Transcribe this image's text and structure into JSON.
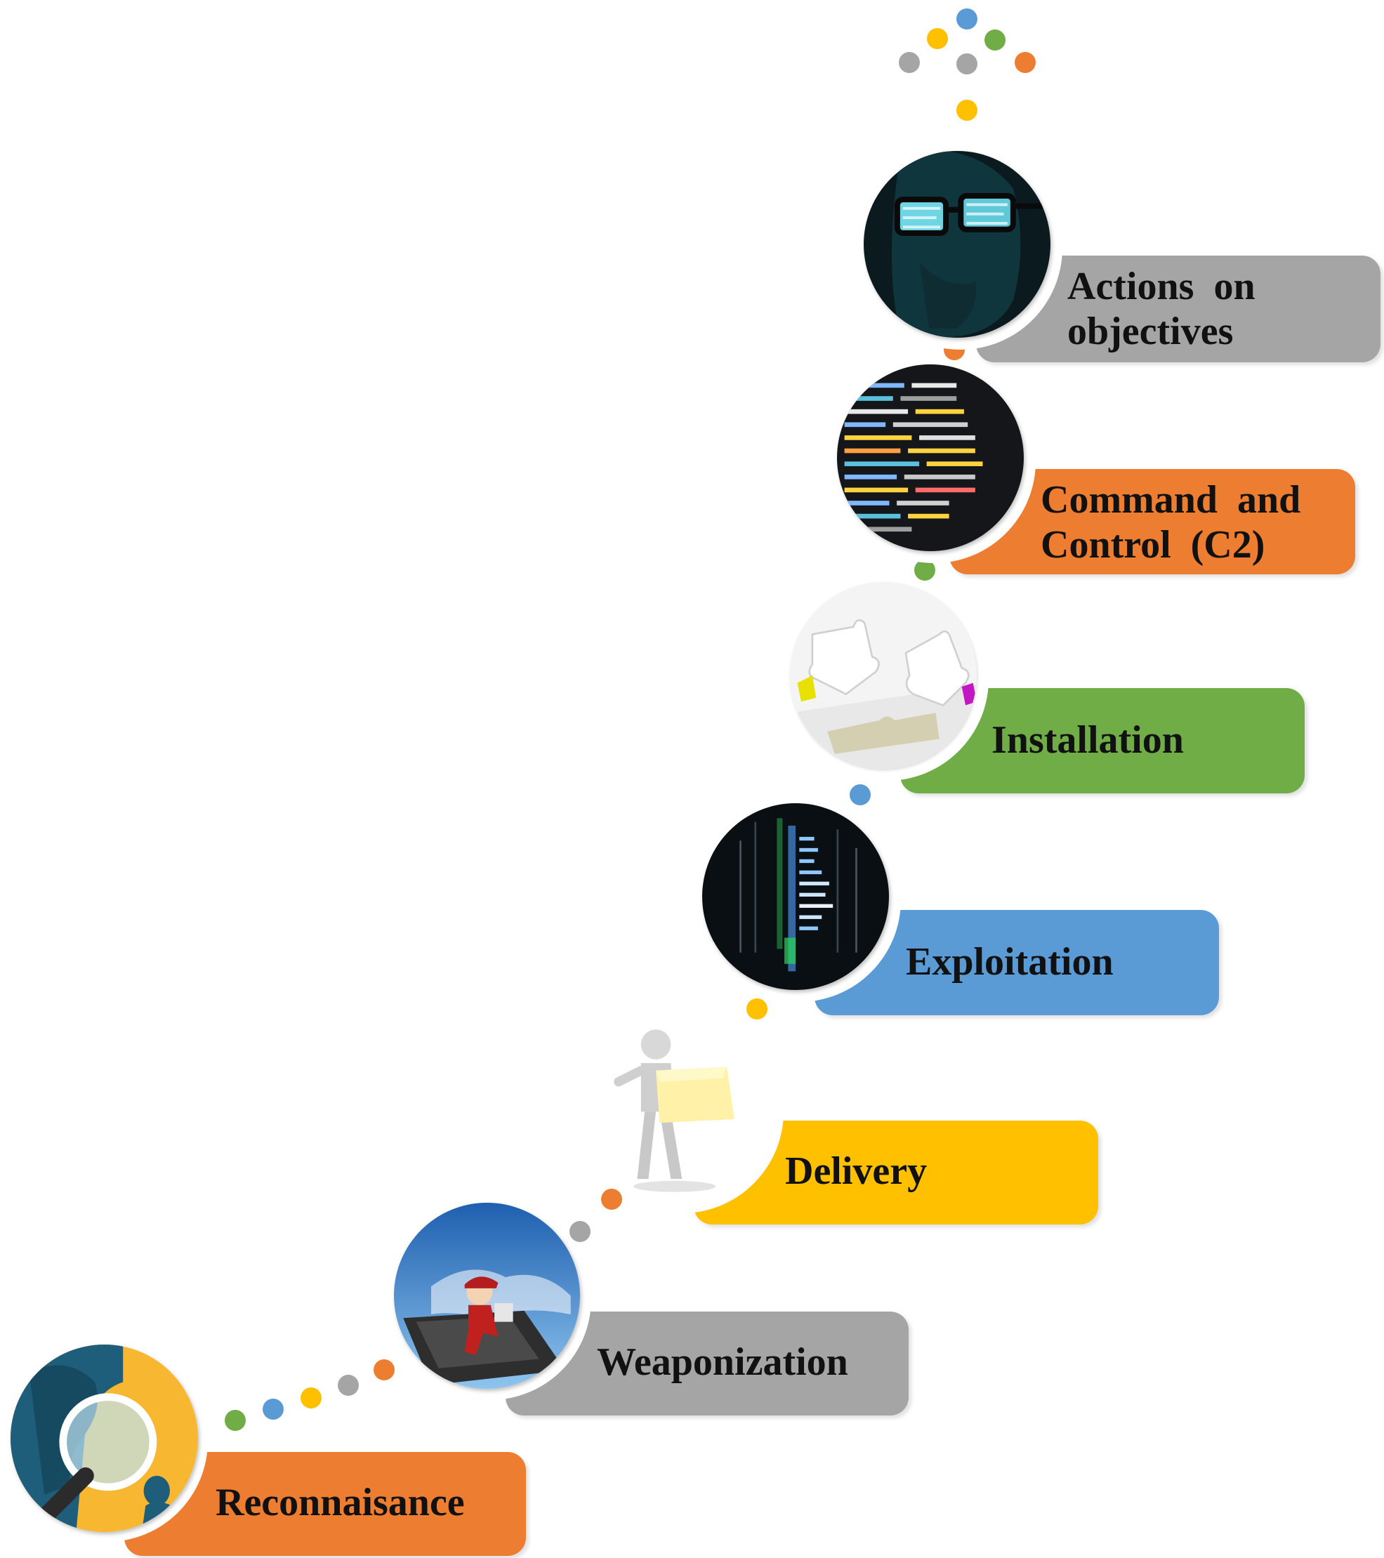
{
  "colors": {
    "orange": "#ED7D31",
    "gray": "#A5A5A5",
    "yellow": "#FFC000",
    "blue": "#5B9BD5",
    "green": "#70AD47"
  },
  "stages": [
    {
      "label": "Reconnaisance",
      "color": "#ED7D31",
      "image": "magnifier-spy-icon"
    },
    {
      "label": "Weaponization",
      "color": "#A5A5A5",
      "image": "hacker-laptop-icon"
    },
    {
      "label": "Delivery",
      "color": "#FFC000",
      "image": "person-carrying-box-icon"
    },
    {
      "label": "Exploitation",
      "color": "#5B9BD5",
      "image": "matrix-code-icon"
    },
    {
      "label": "Installation",
      "color": "#70AD47",
      "image": "puzzle-pieces-icon"
    },
    {
      "label_line1": "Command  and",
      "label_line2": "Control  (C2)",
      "color": "#ED7D31",
      "image": "source-code-screen-icon"
    },
    {
      "label_line1": "Actions  on",
      "label_line2": "objectives",
      "color": "#A5A5A5",
      "image": "face-with-glasses-icon"
    }
  ]
}
